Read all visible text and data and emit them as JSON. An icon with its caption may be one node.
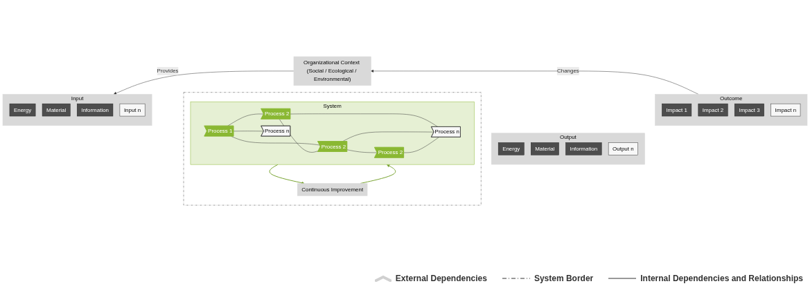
{
  "diagram": {
    "nodes": [
      {
        "text": [
          "Input"
        ]
      },
      {
        "text": [
          "Energy"
        ],
        "in": 0
      },
      {
        "text": [
          "Material"
        ],
        "in": 0
      },
      {
        "text": [
          "Information"
        ],
        "in": 0
      },
      {
        "text": [
          "Input n"
        ],
        "in": 0
      },
      {
        "text": [],
        "shape": "box"
      },
      {
        "text": [
          "Continuous Improvement"
        ],
        "in": 5
      },
      {
        "text": [
          "System"
        ],
        "in": 5
      },
      {
        "text": [
          "Process 1"
        ],
        "in": 7
      },
      {
        "text": [
          "Process 2"
        ],
        "in": 7
      },
      {
        "text": [
          "Process 2"
        ],
        "in": 7
      },
      {
        "text": [
          "Process n"
        ],
        "in": 7
      },
      {
        "text": [
          "Process 2"
        ],
        "in": 7
      },
      {
        "text": [
          "Process n"
        ],
        "in": 7
      },
      {
        "text": [
          "Output"
        ]
      },
      {
        "text": [
          "Energy"
        ],
        "in": 14
      },
      {
        "text": [
          "Material"
        ],
        "in": 14
      },
      {
        "text": [
          "Information"
        ],
        "in": 14
      },
      {
        "text": [
          "Output n"
        ],
        "in": 14
      },
      {
        "text": [
          "Outcome"
        ]
      },
      {
        "text": [
          "Impact 1"
        ],
        "in": 19
      },
      {
        "text": [
          "Impact 2"
        ],
        "in": 19
      },
      {
        "text": [
          "Impact 3"
        ],
        "in": 19
      },
      {
        "text": [
          "Impact n"
        ],
        "in": 19
      },
      {
        "text": [
          "Organizational Context (Social / Ecological / Environmental)"
        ]
      }
    ],
    "edges": [
      {
        "from": 6,
        "to": 7,
        "arrow": "to",
        "color": "#77a22f"
      },
      {
        "from": 7,
        "to": 6,
        "arrow": "to",
        "color": "#77a22f"
      },
      {
        "from": 8,
        "to": 9,
        "arrow": "none"
      },
      {
        "from": 8,
        "to": 11,
        "arrow": "none"
      },
      {
        "from": 8,
        "to": 10,
        "arrow": "none"
      },
      {
        "from": 9,
        "to": 10,
        "arrow": "none"
      },
      {
        "from": 10,
        "to": 12,
        "arrow": "none"
      },
      {
        "from": 9,
        "to": 13,
        "arrow": "none"
      },
      {
        "from": 10,
        "to": 13,
        "arrow": "none"
      },
      {
        "from": 12,
        "to": 13,
        "arrow": "none"
      },
      {
        "from": 24,
        "to": 0,
        "arrow": "to",
        "label": "Provides"
      },
      {
        "from": 19,
        "to": 24,
        "arrow": "to",
        "label": "Changes"
      }
    ],
    "legend": [
      {
        "text": "External Dependencies"
      },
      {
        "text": "System Border"
      },
      {
        "text": "Internal Dependencies and Relationships"
      }
    ]
  }
}
